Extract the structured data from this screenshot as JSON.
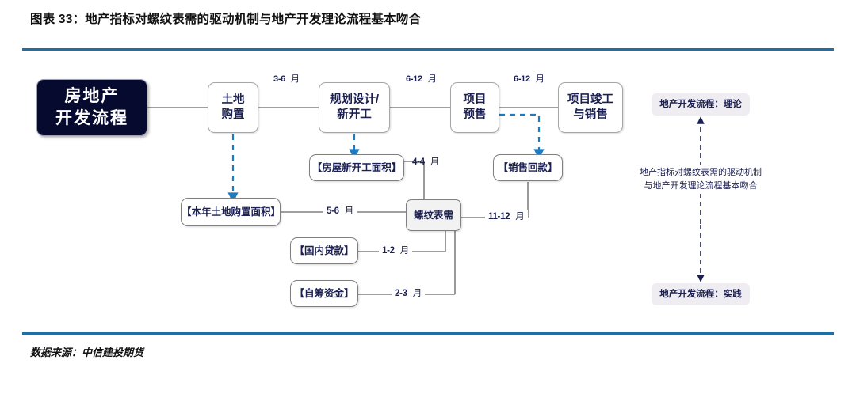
{
  "header": {
    "title": "图表 33：地产指标对螺纹表需的驱动机制与地产开发理论流程基本吻合",
    "rule_color": "#1F6FA5"
  },
  "footer": {
    "source": "数据来源：中信建投期货"
  },
  "colors": {
    "hero_fill": "#060A2E",
    "hero_text": "#FFFFFF",
    "box_border": "#A6A6A6",
    "indicator_border": "#7F7F7F",
    "hub_fill": "#F2F2F2",
    "legend_fill": "#EFEDF2",
    "solid_connector": "#808080",
    "dashed_connector": "#1F7BC0",
    "legend_arrow": "#1B2050",
    "text": "#1B2050"
  },
  "flow": {
    "hero": "房地产\n开发流程",
    "stages": [
      {
        "label": "土地\n购置"
      },
      {
        "label": "规划设计/\n新开工"
      },
      {
        "label": "项目\n预售"
      },
      {
        "label": "项目竣工\n与销售"
      }
    ],
    "stage_durations": [
      {
        "num": "3-6",
        "unit": "月"
      },
      {
        "num": "6-12",
        "unit": "月"
      },
      {
        "num": "6-12",
        "unit": "月"
      }
    ]
  },
  "indicators": {
    "land_area": "【本年土地购置面积】",
    "new_starts": "【房屋新开工面积】",
    "sales_receipts": "【销售回款】",
    "domestic_loans": "【国内贷款】",
    "self_raised": "【自筹资金】",
    "hub": "螺纹表需"
  },
  "lags": [
    {
      "id": "new-starts-lag",
      "num": "4-4",
      "unit": "月"
    },
    {
      "id": "land-area-lag",
      "num": "5-6",
      "unit": "月"
    },
    {
      "id": "sales-receipts-lag",
      "num": "11-12",
      "unit": "月"
    },
    {
      "id": "domestic-loans-lag",
      "num": "1-2",
      "unit": "月"
    },
    {
      "id": "self-raised-lag",
      "num": "2-3",
      "unit": "月"
    }
  ],
  "legend": {
    "top": "地产开发流程：理论",
    "bottom": "地产开发流程：实践",
    "note": "地产指标对螺纹表需的驱动机制\n与地产开发理论流程基本吻合"
  }
}
